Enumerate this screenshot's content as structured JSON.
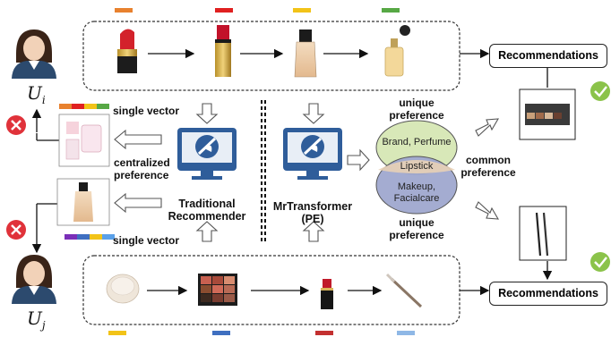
{
  "users": {
    "top": {
      "label": "U",
      "sub": "i"
    },
    "bottom": {
      "label": "U",
      "sub": "j"
    }
  },
  "labels": {
    "single_vector_top": "single vector",
    "centralized_line1": "centralized",
    "centralized_line2": "preference",
    "single_vector_bottom": "single vector",
    "traditional_line1": "Traditional",
    "traditional_line2": "Recommender",
    "mrtransformer_line1": "MrTransformer",
    "mrtransformer_line2": "(PE)",
    "unique_top_line1": "unique",
    "unique_top_line2": "preference",
    "unique_bottom_line1": "unique",
    "unique_bottom_line2": "preference",
    "common_line1": "common",
    "common_line2": "preference",
    "recommendations_top": "Recommendations",
    "recommendations_bottom": "Recommendations"
  },
  "venn": {
    "top_text": "Brand, Perfume",
    "middle_text": "Lipstick",
    "bottom_line1": "Makeup,",
    "bottom_line2": "Facialcare"
  },
  "colors": {
    "top_bars": [
      "#e8812e",
      "#e02020",
      "#f2c318",
      "#57a845"
    ],
    "bottom_bars": [
      "#f2c318",
      "#3f6fc0",
      "#c33030",
      "#8fb8e6"
    ],
    "vector_top": [
      "#e8812e",
      "#e02020",
      "#f2c318",
      "#57a845"
    ],
    "vector_bottom": [
      "#7a2fb8",
      "#3f6fc0",
      "#f2c318",
      "#5aa0e8"
    ],
    "venn_top": "#d8e8b8",
    "venn_bottom": "#9fa8cf",
    "monitor": "#2f5d9a",
    "reject": "#e0323a",
    "accept": "#8bc34a"
  }
}
